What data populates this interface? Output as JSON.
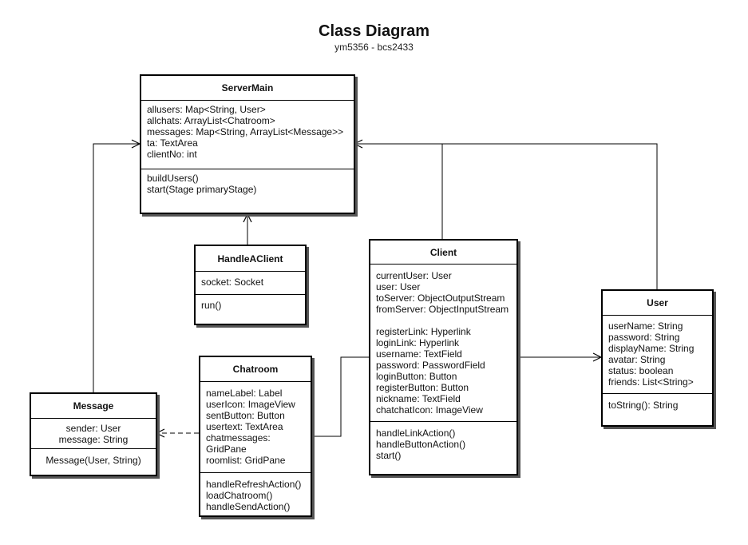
{
  "header": {
    "title": "Class Diagram",
    "subtitle": "ym5356 - bcs2433"
  },
  "classes": {
    "servermain": {
      "name": "ServerMain",
      "attributes": [
        "allusers: Map<String, User>",
        "allchats: ArrayList<Chatroom>",
        "messages: Map<String, ArrayList<Message>>",
        "ta: TextArea",
        "clientNo: int"
      ],
      "methods": [
        "buildUsers()",
        "start(Stage primaryStage)"
      ]
    },
    "handleaclient": {
      "name": "HandleAClient",
      "attributes": [
        "socket: Socket"
      ],
      "methods": [
        "run()"
      ]
    },
    "client": {
      "name": "Client",
      "attributes": [
        "currentUser: User",
        "user: User",
        "toServer: ObjectOutputStream",
        "fromServer: ObjectInputStream",
        "",
        "registerLink: Hyperlink",
        "loginLink: Hyperlink",
        "username: TextField",
        "password: PasswordField",
        "loginButton: Button",
        "registerButton: Button",
        "nickname: TextField",
        "chatchatIcon: ImageView"
      ],
      "methods": [
        "handleLinkAction()",
        "handleButtonAction()",
        "start()"
      ]
    },
    "user": {
      "name": "User",
      "attributes": [
        "userName: String",
        "password: String",
        "displayName: String",
        "avatar: String",
        "status: boolean",
        "friends: List<String>"
      ],
      "methods": [
        "toString(): String"
      ]
    },
    "chatroom": {
      "name": "Chatroom",
      "attributes": [
        "nameLabel: Label",
        "userIcon: ImageView",
        "sentButton: Button",
        "usertext: TextArea",
        "chatmessages:",
        "GridPane",
        "roomlist: GridPane"
      ],
      "methods": [
        "handleRefreshAction()",
        "loadChatroom()",
        "handleSendAction()"
      ]
    },
    "message": {
      "name": "Message",
      "attributes": [
        "sender: User",
        "message: String"
      ],
      "methods": [
        "Message(User, String)"
      ]
    }
  }
}
